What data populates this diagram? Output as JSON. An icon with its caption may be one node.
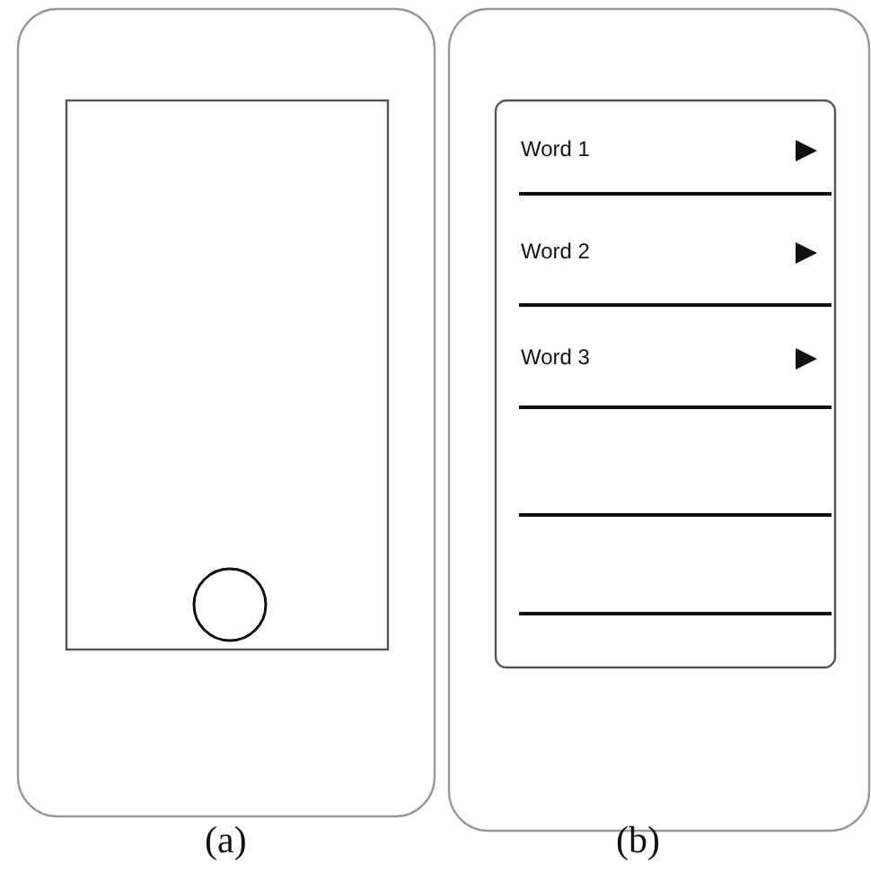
{
  "diagram": {
    "labels": [
      "Word 1",
      "Word 2",
      "Word 3",
      "(a)",
      "(b)"
    ]
  }
}
